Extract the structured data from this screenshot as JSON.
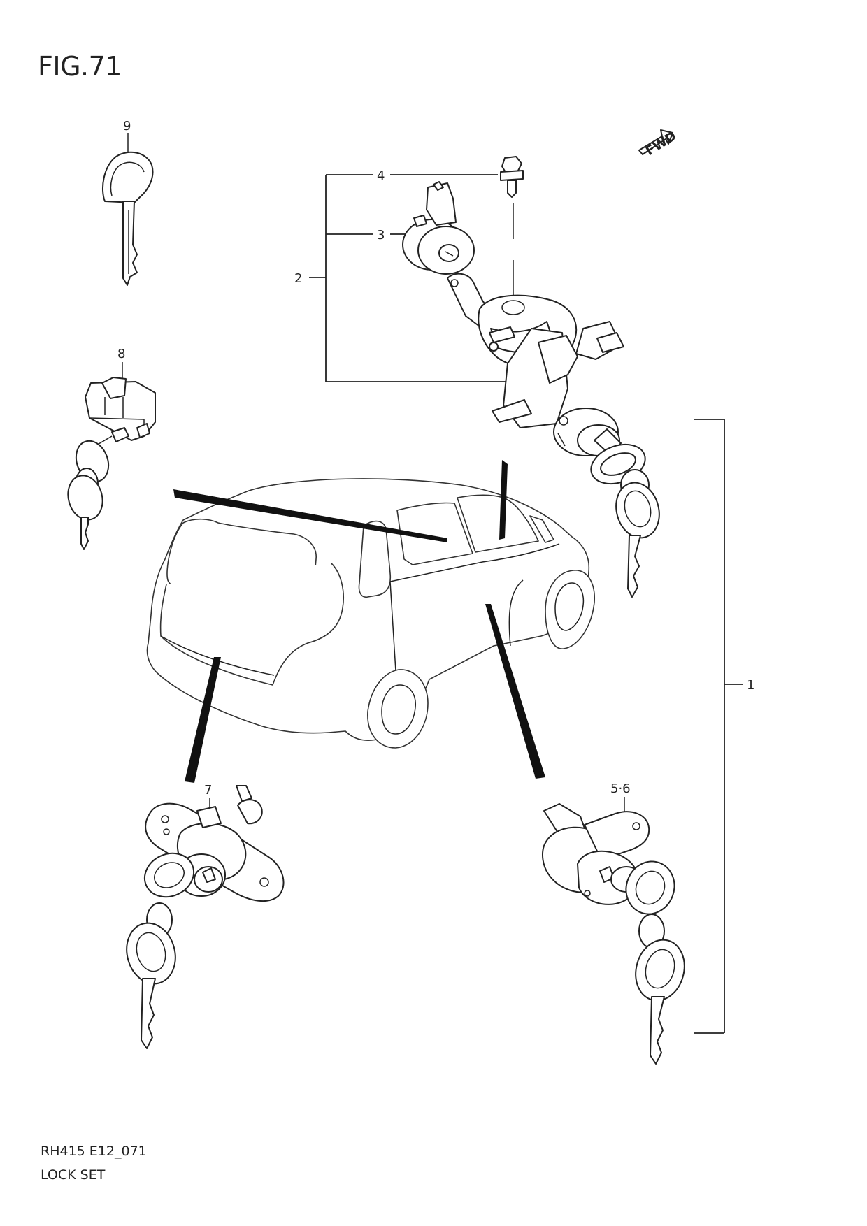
{
  "figure": {
    "title": "FIG.71",
    "code": "RH415 E12_071",
    "name": "LOCK SET",
    "fwd_label": "FWD"
  },
  "callouts": [
    {
      "id": "1",
      "label": "1"
    },
    {
      "id": "2",
      "label": "2"
    },
    {
      "id": "3",
      "label": "3"
    },
    {
      "id": "4",
      "label": "4"
    },
    {
      "id": "5-6",
      "label": "5·6"
    },
    {
      "id": "7",
      "label": "7"
    },
    {
      "id": "8",
      "label": "8"
    },
    {
      "id": "9",
      "label": "9"
    }
  ]
}
